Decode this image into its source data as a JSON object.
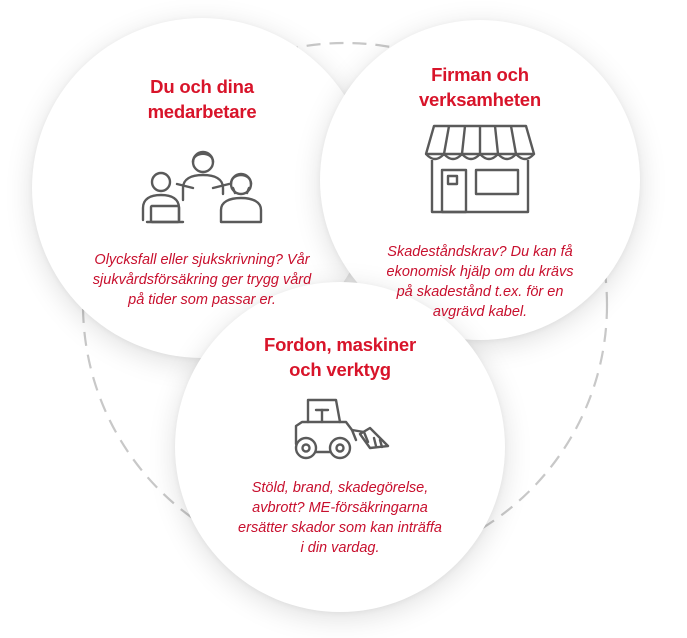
{
  "colors": {
    "accent": "#d8142a",
    "icon_stroke": "#5a5a5a",
    "ring": "#c8c8c8",
    "background": "#ffffff"
  },
  "cards": [
    {
      "id": "people",
      "icon": "team-people-icon",
      "title": "Du och dina\nmedarbetare",
      "description": "Olycksfall eller sjukskrivning? Vår\nsjukvårdsförsäkring ger trygg vård\npå tider som passar er."
    },
    {
      "id": "business",
      "icon": "storefront-icon",
      "title": "Firman och\nverksamheten",
      "description": "Skadeståndskrav? Du kan få\nekonomisk hjälp om du krävs\npå skadestånd t.ex. för en\navgrävd kabel."
    },
    {
      "id": "vehicles",
      "icon": "loader-machine-icon",
      "title": "Fordon, maskiner\noch verktyg",
      "description": "Stöld, brand, skadegörelse,\navbrott? ME-försäkringarna\nersätter skador som kan inträffa\ni din vardag."
    }
  ]
}
